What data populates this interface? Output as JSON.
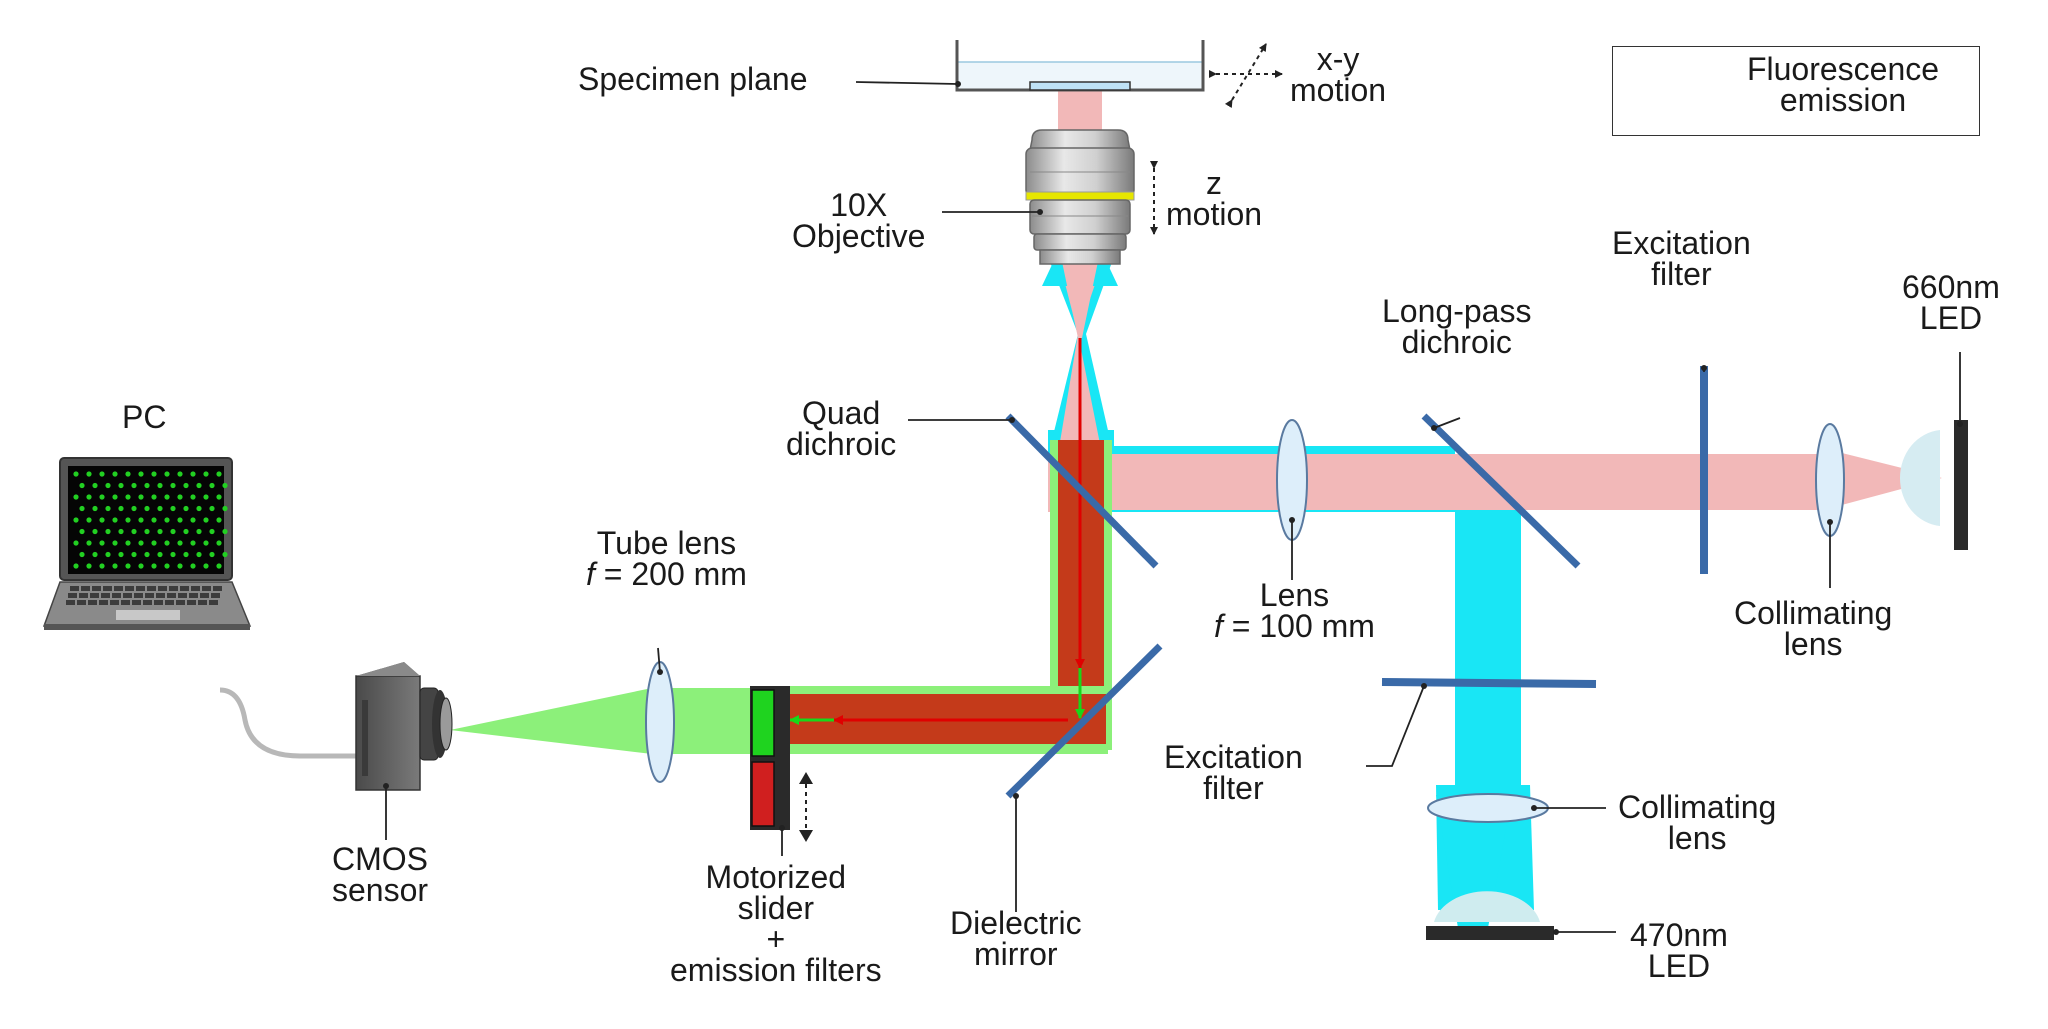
{
  "labels": {
    "specimen_plane": "Specimen plane",
    "xy_motion": [
      "x-y",
      "motion"
    ],
    "objective": [
      "10X",
      "Objective"
    ],
    "z_motion": [
      "z",
      "motion"
    ],
    "legend": [
      "Fluorescence",
      "emission"
    ],
    "excitation_filter_top": [
      "Excitation",
      "filter"
    ],
    "led_660": [
      "660nm",
      "LED"
    ],
    "long_pass_dichroic": [
      "Long-pass",
      "dichroic"
    ],
    "quad_dichroic": [
      "Quad",
      "dichroic"
    ],
    "pc": "PC",
    "tube_lens": [
      "Tube lens",
      "f",
      " = 200 mm"
    ],
    "lens_100": [
      "Lens",
      "f",
      " = 100 mm"
    ],
    "collimating_lens_top": [
      "Collimating",
      "lens"
    ],
    "excitation_filter_bottom": [
      "Excitation",
      "filter"
    ],
    "collimating_lens_bottom": [
      "Collimating",
      "lens"
    ],
    "cmos_sensor": [
      "CMOS",
      "sensor"
    ],
    "motorized_slider": [
      "Motorized",
      "slider",
      "+",
      "emission filters"
    ],
    "dielectric_mirror": [
      "Dielectric",
      "mirror"
    ],
    "led_470": [
      "470nm",
      "LED"
    ]
  },
  "colors": {
    "red_beam": "#f2b8b8",
    "cyan_beam": "#19e6f5",
    "green_beam": "#8cf07a",
    "emission_red": "#c92a12",
    "arrow_red": "#e00000",
    "arrow_green": "#19d719",
    "filter_blue": "#3a6aa8",
    "lens_fill": "#ddeefa"
  },
  "icons": {
    "laptop": "laptop-icon",
    "camera": "cmos-camera-icon",
    "objective": "objective-lens-icon",
    "specimen_dish": "specimen-dish-icon"
  }
}
